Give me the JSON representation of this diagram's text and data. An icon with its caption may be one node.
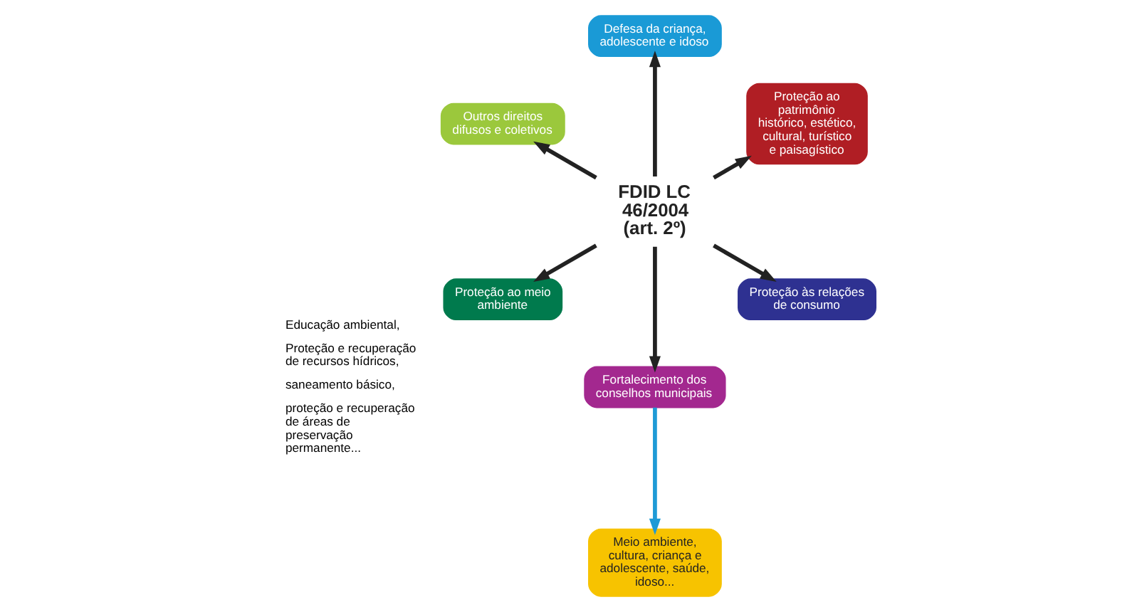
{
  "diagram": {
    "nodes": [
      {
        "text": [
          "FDID LC 46/2004 (art. 2º)"
        ]
      },
      {
        "text": [
          "Proteção ao patrimônio histórico, estético, cultural, turístico e paisagístico"
        ]
      },
      {
        "text": [
          "Defesa da criança, adolescente e idoso"
        ]
      },
      {
        "text": [
          "Outros direitos difusos e coletivos"
        ]
      },
      {
        "text": [
          "Proteção ao meio ambiente"
        ]
      },
      {
        "text": [
          "Fortalecimento dos conselhos municipais"
        ]
      },
      {
        "text": [
          "Meio ambiente, cultura, criança e adolescente, saúde, idoso..."
        ]
      },
      {
        "text": [
          "Proteção às relações de consumo"
        ]
      }
    ],
    "edges": [
      {
        "from": 0,
        "to": 1,
        "arrow": "to"
      },
      {
        "from": 0,
        "to": 2,
        "arrow": "to"
      },
      {
        "from": 0,
        "to": 3,
        "arrow": "to"
      },
      {
        "from": 0,
        "to": 4,
        "arrow": "to"
      },
      {
        "from": 0,
        "to": 5,
        "arrow": "to"
      },
      {
        "from": 0,
        "to": 7,
        "arrow": "to"
      },
      {
        "from": 5,
        "to": 6,
        "arrow": "to",
        "color": "#1e9ad6"
      }
    ],
    "labels": [
      "Educação ambiental,",
      "Proteção e recuperação de recursos hídricos,",
      "saneamento básico,",
      "proteção e recuperação de áreas de preservação permanente..."
    ]
  }
}
